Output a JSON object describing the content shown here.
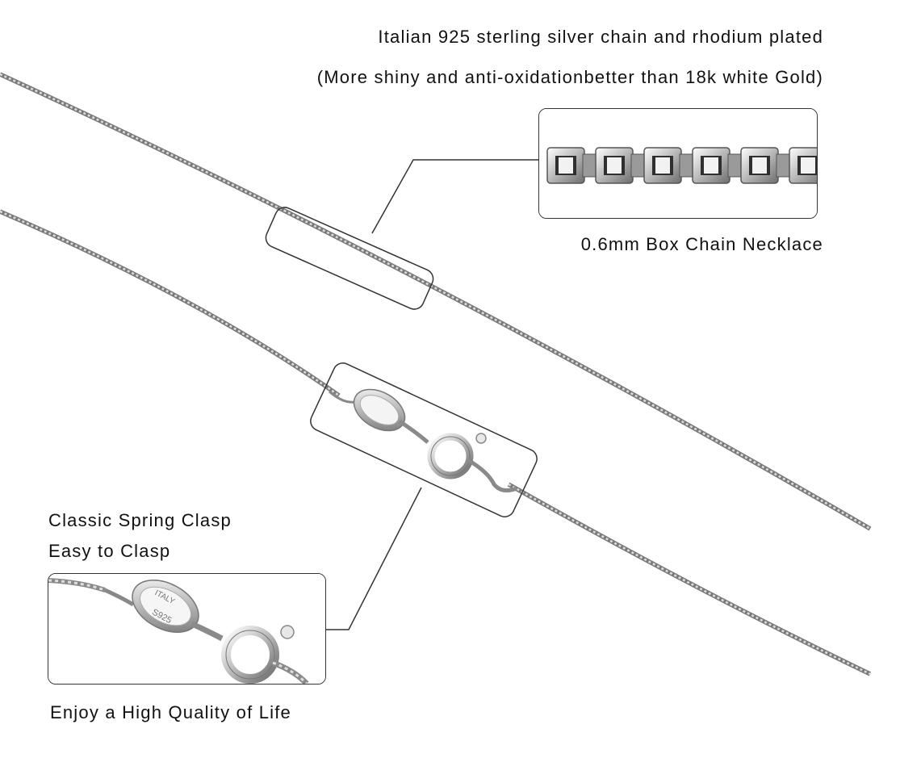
{
  "headline": {
    "line1": "Italian 925 sterling silver chain and rhodium plated",
    "line2": "(More shiny and anti-oxidationbetter than 18k white Gold)"
  },
  "box_chain": {
    "label": "0.6mm Box Chain Necklace"
  },
  "clasp": {
    "line1": "Classic Spring Clasp",
    "line2": "Easy to Clasp",
    "engraving_top": "ITALY",
    "engraving_bottom": "S925"
  },
  "footer": {
    "tagline": "Enjoy a High Quality of Life"
  },
  "colors": {
    "text": "#111111",
    "chain_dark": "#6f6f6f",
    "chain_light": "#d8d8d8",
    "callout_line": "#333333",
    "background": "#ffffff"
  }
}
